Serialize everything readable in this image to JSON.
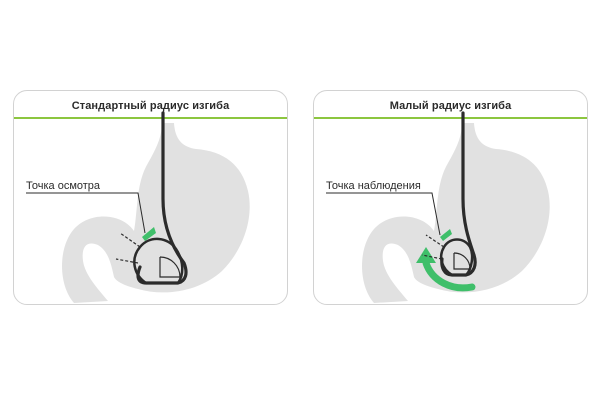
{
  "colors": {
    "accent": "#8cc63f",
    "stomach": "#e1e1e1",
    "instrument": "#2b2b2b",
    "arrow": "#3fbf6a",
    "border": "#d2d2d2"
  },
  "panels": [
    {
      "title": "Стандартный радиус изгиба",
      "label": "Точка осмотра"
    },
    {
      "title": "Малый радиус изгиба",
      "label": "Точка наблюдения"
    }
  ]
}
